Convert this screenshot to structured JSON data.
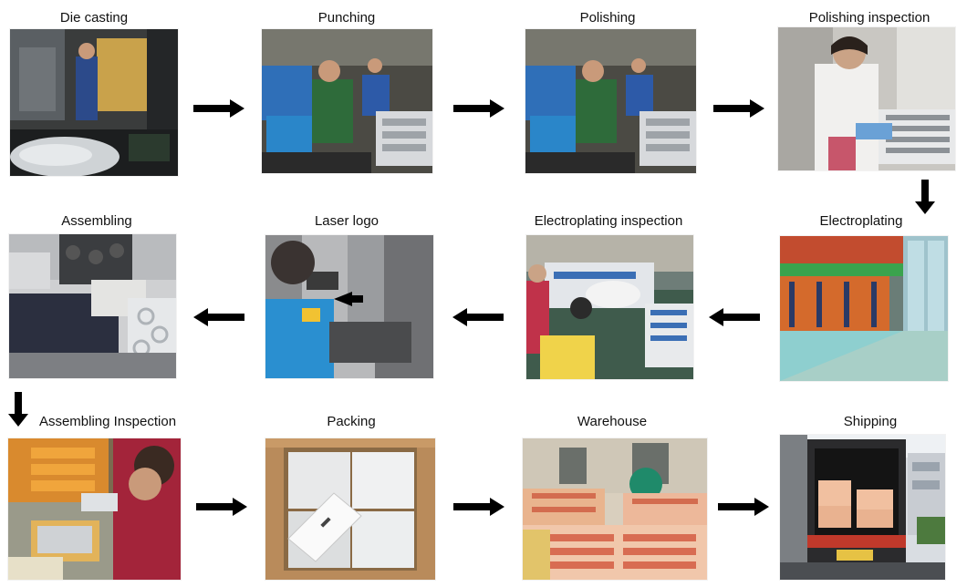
{
  "steps": [
    {
      "label": "Die casting"
    },
    {
      "label": "Punching"
    },
    {
      "label": "Polishing"
    },
    {
      "label": "Polishing inspection"
    },
    {
      "label": "Electroplating"
    },
    {
      "label": "Electroplating inspection"
    },
    {
      "label": "Laser logo"
    },
    {
      "label": "Assembling"
    },
    {
      "label": "Assembling Inspection"
    },
    {
      "label": "Packing"
    },
    {
      "label": "Warehouse"
    },
    {
      "label": "Shipping"
    }
  ],
  "arrows": [
    {
      "direction": "right"
    },
    {
      "direction": "right"
    },
    {
      "direction": "right"
    },
    {
      "direction": "down"
    },
    {
      "direction": "left"
    },
    {
      "direction": "left"
    },
    {
      "direction": "left"
    },
    {
      "direction": "down"
    },
    {
      "direction": "right"
    },
    {
      "direction": "right"
    },
    {
      "direction": "right"
    }
  ],
  "colors": {
    "arrow": "#000000",
    "label": "#111111"
  }
}
